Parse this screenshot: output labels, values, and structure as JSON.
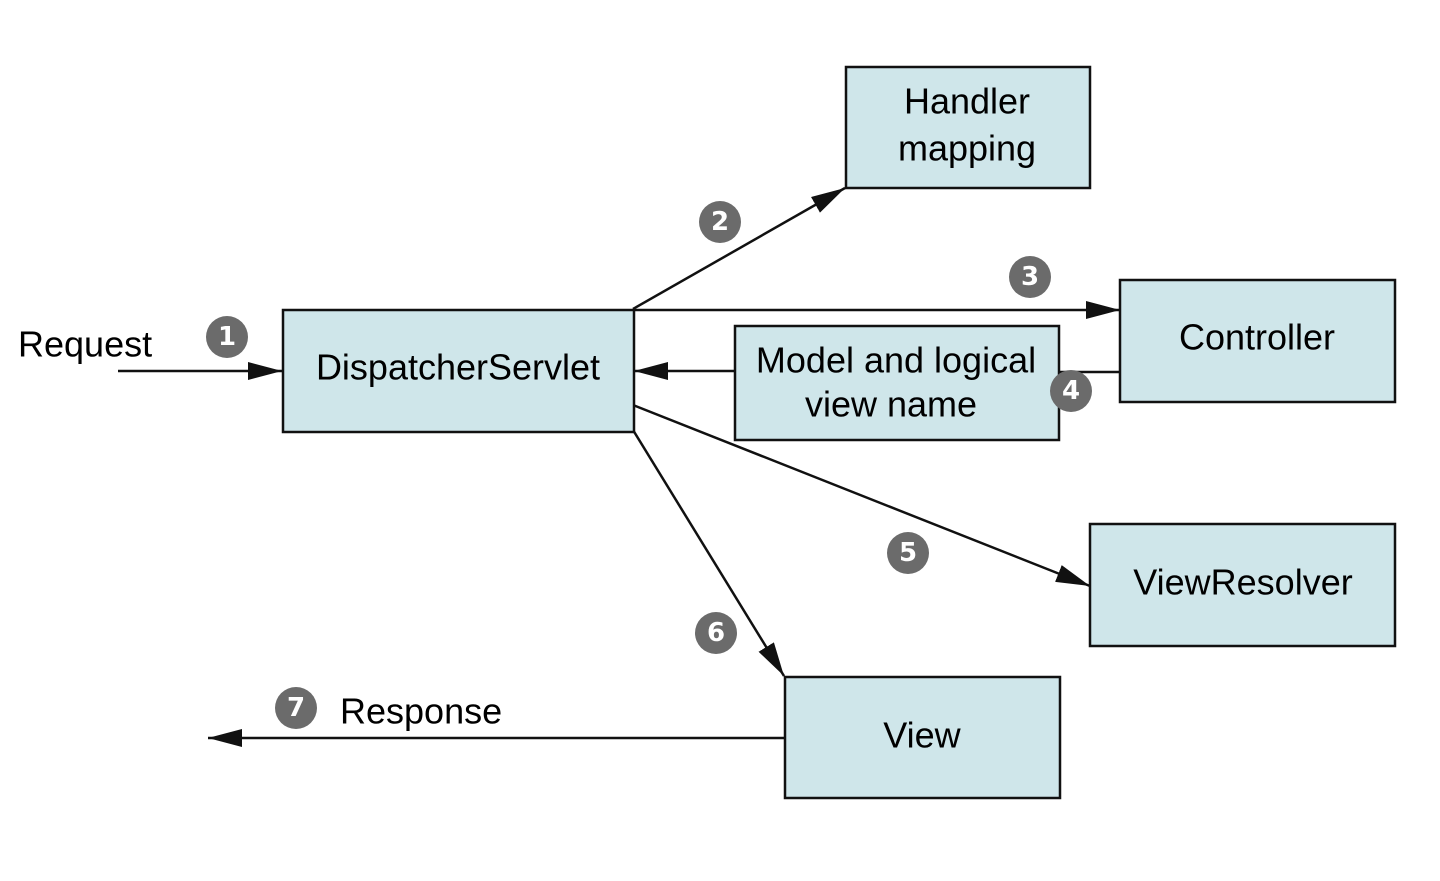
{
  "nodes": {
    "dispatcher": "DispatcherServlet",
    "handler_mapping": [
      "Handler",
      "mapping"
    ],
    "controller": "Controller",
    "model_view": [
      "Model and logical",
      "view name"
    ],
    "view_resolver": "ViewResolver",
    "view": "View"
  },
  "labels": {
    "request": "Request",
    "response": "Response"
  },
  "steps": [
    "1",
    "2",
    "3",
    "4",
    "5",
    "6",
    "7"
  ],
  "colors": {
    "box_fill": "#cfe6ea",
    "stroke": "#111111",
    "step_badge": "#6b6b6b"
  }
}
